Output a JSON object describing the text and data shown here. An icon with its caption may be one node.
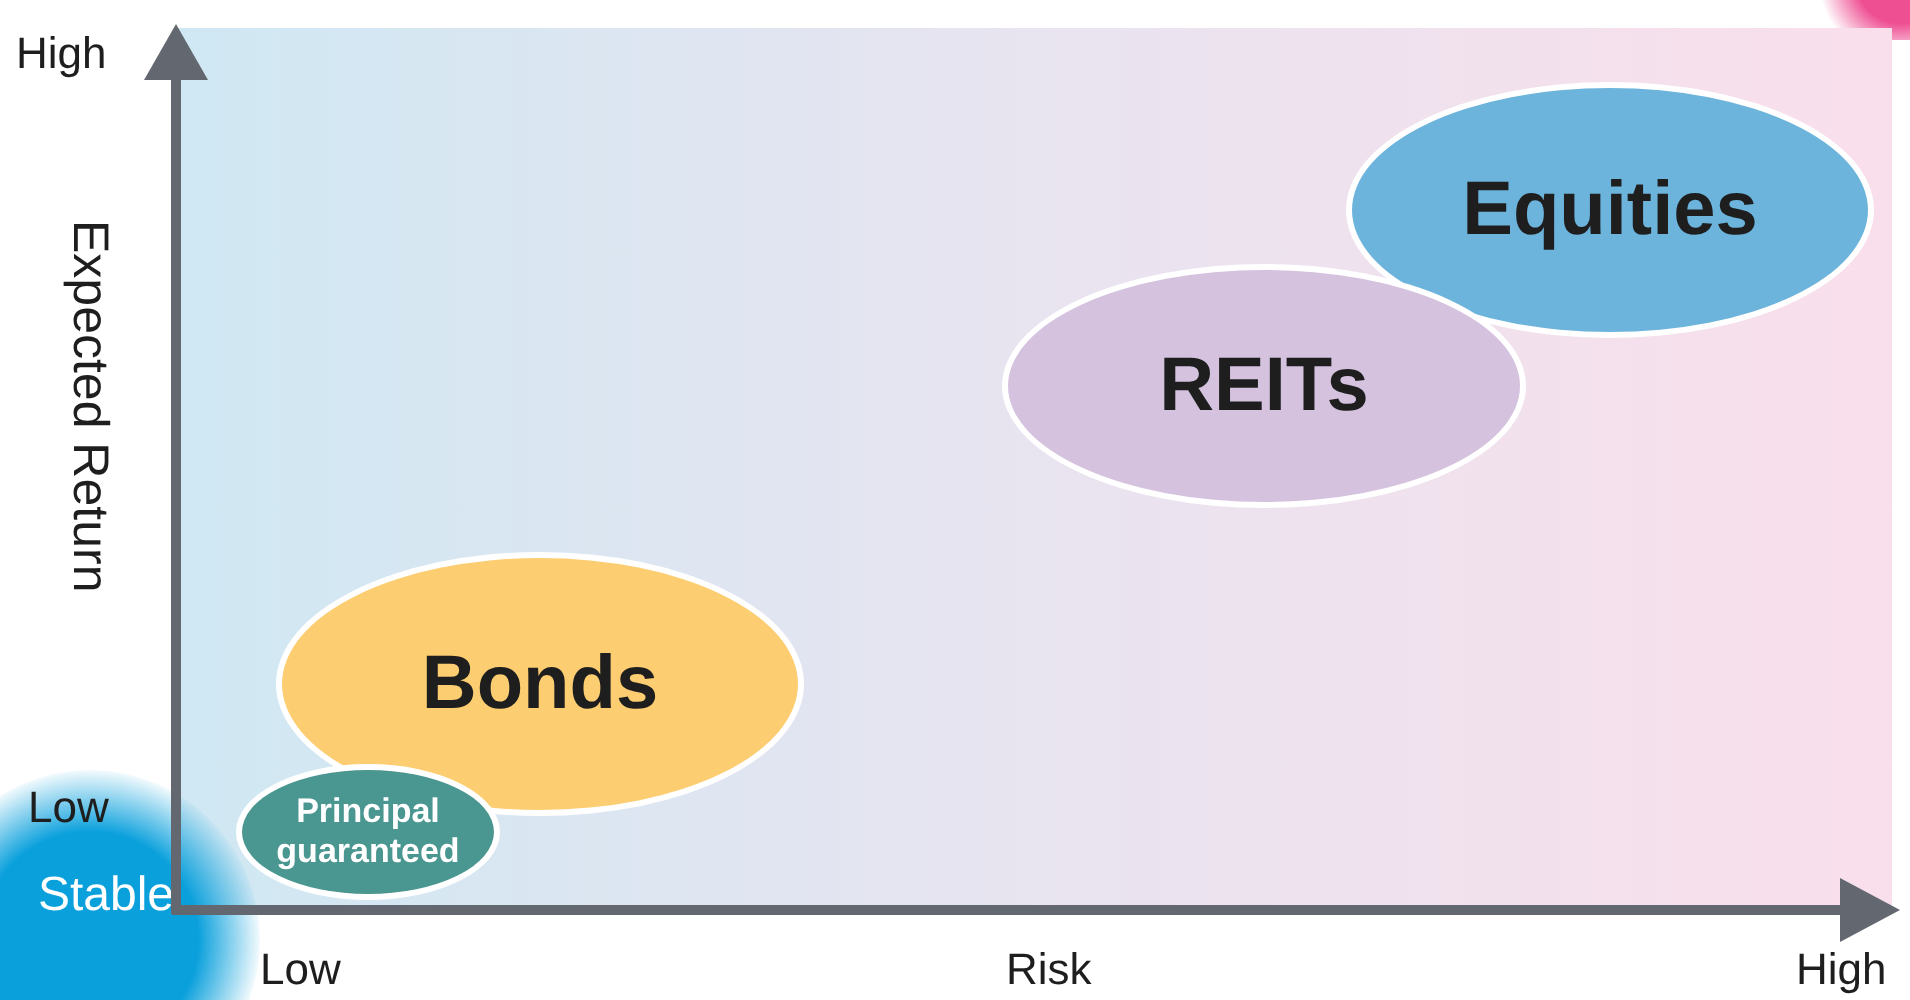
{
  "diagram": {
    "nodes": [
      {
        "text": [
          "Equities"
        ]
      },
      {
        "text": [
          "REITs"
        ]
      },
      {
        "text": [
          "Bonds"
        ]
      },
      {
        "text": [
          "Principal guaranteed"
        ]
      },
      {
        "text": [
          "Stable"
        ]
      }
    ],
    "labels": [
      "High",
      "Expected Return",
      "Low",
      "Low",
      "Risk",
      "High"
    ]
  }
}
